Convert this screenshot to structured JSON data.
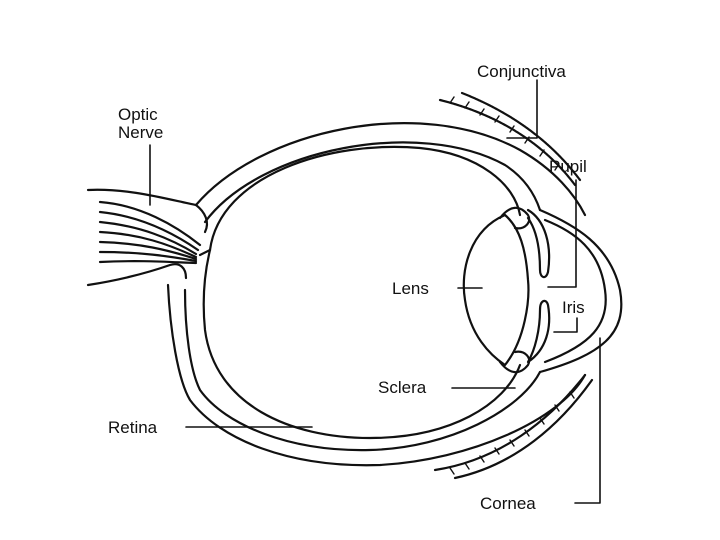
{
  "diagram": {
    "labels": {
      "optic_nerve_line1": "Optic",
      "optic_nerve_line2": "Nerve",
      "conjunctiva": "Conjunctiva",
      "pupil": "Pupil",
      "lens": "Lens",
      "iris": "Iris",
      "sclera": "Sclera",
      "retina": "Retina",
      "cornea": "Cornea"
    },
    "colors": {
      "line": "#111111",
      "background": "#ffffff"
    }
  }
}
